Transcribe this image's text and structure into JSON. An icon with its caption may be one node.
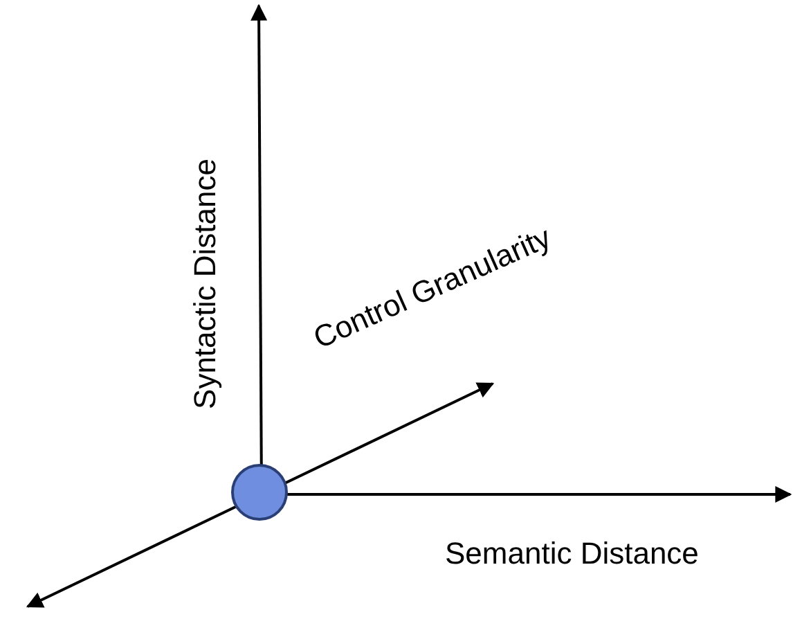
{
  "diagram": {
    "nodes": [
      {
        "text": [],
        "shape": "circle"
      }
    ],
    "labels": [
      "Syntactic Distance",
      "Control Granularity",
      "Semantic Distance"
    ]
  }
}
